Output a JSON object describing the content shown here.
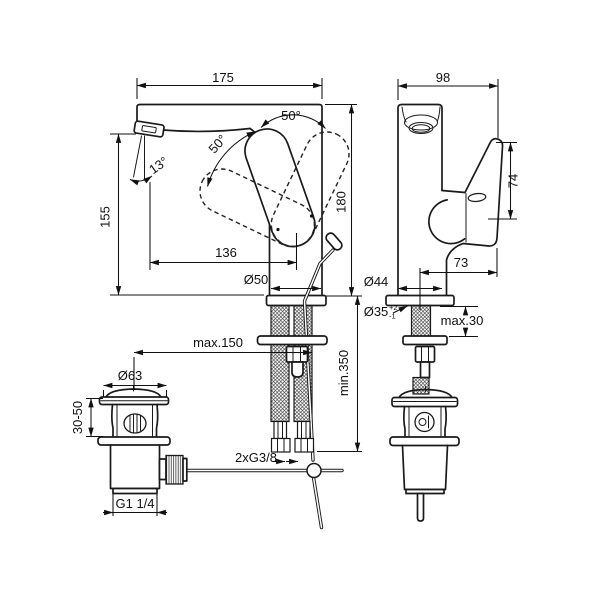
{
  "front": {
    "width": "175",
    "height": "155",
    "total_height": "180",
    "reach": "136",
    "base_dia": "Ø50",
    "spray_angle": "13°",
    "swing_left": "50°",
    "swing_right": "50°"
  },
  "side": {
    "depth": "98",
    "handle_len": "74",
    "handle_reach": "73",
    "base_dia": "Ø44",
    "hole_dia": "Ø35",
    "tol_plus": "+2",
    "tol_minus": "-1",
    "deck_max": "max.30"
  },
  "install": {
    "rod_reach": "max.150",
    "hose_min": "min.350",
    "hose_thread": "2xG3/8",
    "drain_dia": "Ø63",
    "deck_range": "30-50",
    "drain_thread": "G1 1/4"
  }
}
